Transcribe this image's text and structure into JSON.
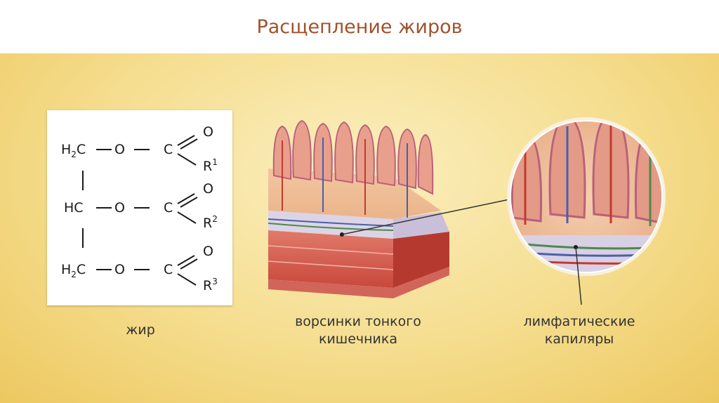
{
  "slide": {
    "title": "Расщепление жиров"
  },
  "formula": {
    "rows": [
      {
        "group": "H",
        "group_sub": "2",
        "group_end": "C",
        "o1": "O",
        "c": "C",
        "o2": "O",
        "r": "R",
        "r_sup": "1"
      },
      {
        "group": "HC",
        "group_sub": "",
        "group_end": "",
        "o1": "O",
        "c": "C",
        "o2": "O",
        "r": "R",
        "r_sup": "2"
      },
      {
        "group": "H",
        "group_sub": "2",
        "group_end": "C",
        "o1": "O",
        "c": "C",
        "o2": "O",
        "r": "R",
        "r_sup": "3"
      }
    ]
  },
  "captions": {
    "fat": "жир",
    "villi_line1": "ворсинки тонкого",
    "villi_line2": "кишечника",
    "lymph_line1": "лимфатические",
    "lymph_line2": "капиляры"
  },
  "colors": {
    "title": "#a0522d",
    "background_center": "#fbefbf",
    "background_edge": "#edc860"
  }
}
